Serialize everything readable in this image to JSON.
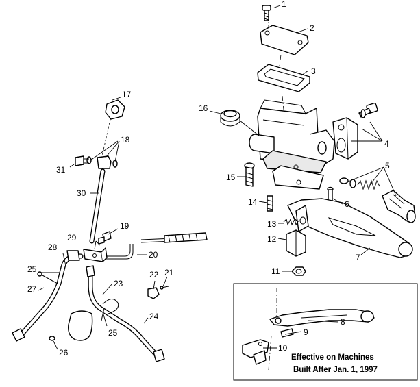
{
  "callouts": [
    {
      "id": "1",
      "label": "1"
    },
    {
      "id": "2",
      "label": "2"
    },
    {
      "id": "3",
      "label": "3"
    },
    {
      "id": "4",
      "label": "4"
    },
    {
      "id": "5",
      "label": "5"
    },
    {
      "id": "6",
      "label": "6"
    },
    {
      "id": "7",
      "label": "7"
    },
    {
      "id": "8",
      "label": "8"
    },
    {
      "id": "9",
      "label": "9"
    },
    {
      "id": "10",
      "label": "10"
    },
    {
      "id": "11",
      "label": "11"
    },
    {
      "id": "12",
      "label": "12"
    },
    {
      "id": "13",
      "label": "13"
    },
    {
      "id": "14",
      "label": "14"
    },
    {
      "id": "15",
      "label": "15"
    },
    {
      "id": "16",
      "label": "16"
    },
    {
      "id": "17",
      "label": "17"
    },
    {
      "id": "18",
      "label": "18"
    },
    {
      "id": "19",
      "label": "19"
    },
    {
      "id": "20",
      "label": "20"
    },
    {
      "id": "21",
      "label": "21"
    },
    {
      "id": "22",
      "label": "22"
    },
    {
      "id": "23",
      "label": "23"
    },
    {
      "id": "24",
      "label": "24"
    },
    {
      "id": "25a",
      "label": "25"
    },
    {
      "id": "25b",
      "label": "25"
    },
    {
      "id": "26",
      "label": "26"
    },
    {
      "id": "27",
      "label": "27"
    },
    {
      "id": "28",
      "label": "28"
    },
    {
      "id": "29",
      "label": "29"
    },
    {
      "id": "30",
      "label": "30"
    },
    {
      "id": "31",
      "label": "31"
    }
  ],
  "inset_note": {
    "line1": "Effective on Machines",
    "line2": "Built After Jan. 1, 1997"
  }
}
